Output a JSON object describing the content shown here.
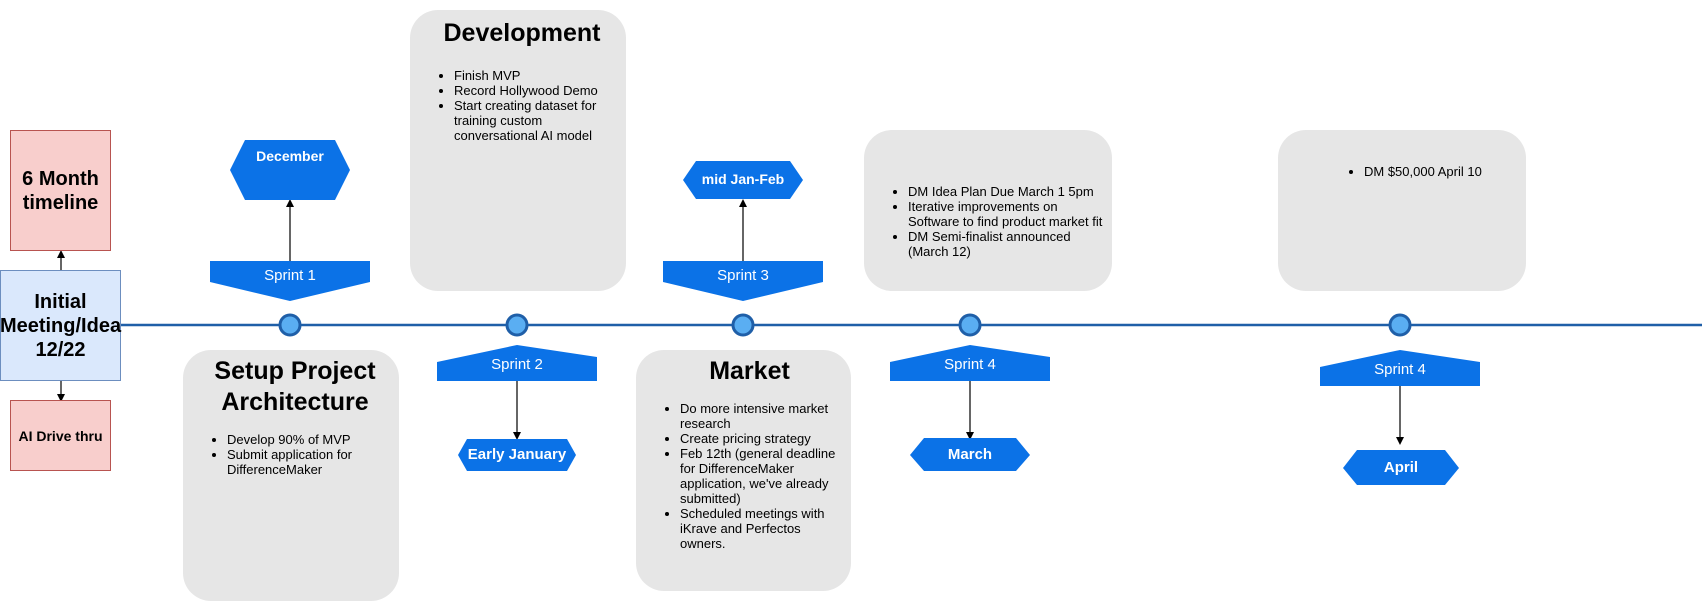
{
  "colors": {
    "primary": "#0b72e7",
    "node_fill": "#5aaef2",
    "node_stroke": "#1f5fa8",
    "card_bg": "#e6e6e6"
  },
  "start": {
    "top_box": "6 Month timeline",
    "center_box": "Initial Meeting/Idea 12/22",
    "bottom_box": "AI Drive thru"
  },
  "milestones": [
    {
      "sprint": "Sprint 1",
      "date": "December"
    },
    {
      "sprint": "Sprint 2",
      "date": "Early January"
    },
    {
      "sprint": "Sprint 3",
      "date": "mid Jan-Feb"
    },
    {
      "sprint": "Sprint 4",
      "date": "March"
    },
    {
      "sprint": "Sprint 4",
      "date": "April"
    }
  ],
  "cards": {
    "development": {
      "title": "Development",
      "items": [
        "Finish MVP",
        "Record Hollywood Demo",
        "Start creating dataset for training custom conversational AI model"
      ]
    },
    "setup": {
      "title": "Setup Project Architecture",
      "items": [
        "Develop 90% of MVP",
        "Submit application for DifferenceMaker"
      ]
    },
    "market": {
      "title": "Market",
      "items": [
        "Do more intensive market research",
        "Create pricing strategy",
        "Feb 12th (general deadline for DifferenceMaker application, we've already submitted)",
        "Scheduled meetings with iKrave and Perfectos owners."
      ]
    },
    "dm_plan": {
      "items": [
        " DM Idea Plan Due March 1 5pm",
        "Iterative improvements on Software to find product market fit",
        "DM Semi-finalist announced (March 12)"
      ]
    },
    "dm_money": {
      "items": [
        "DM $50,000 April 10"
      ]
    }
  }
}
